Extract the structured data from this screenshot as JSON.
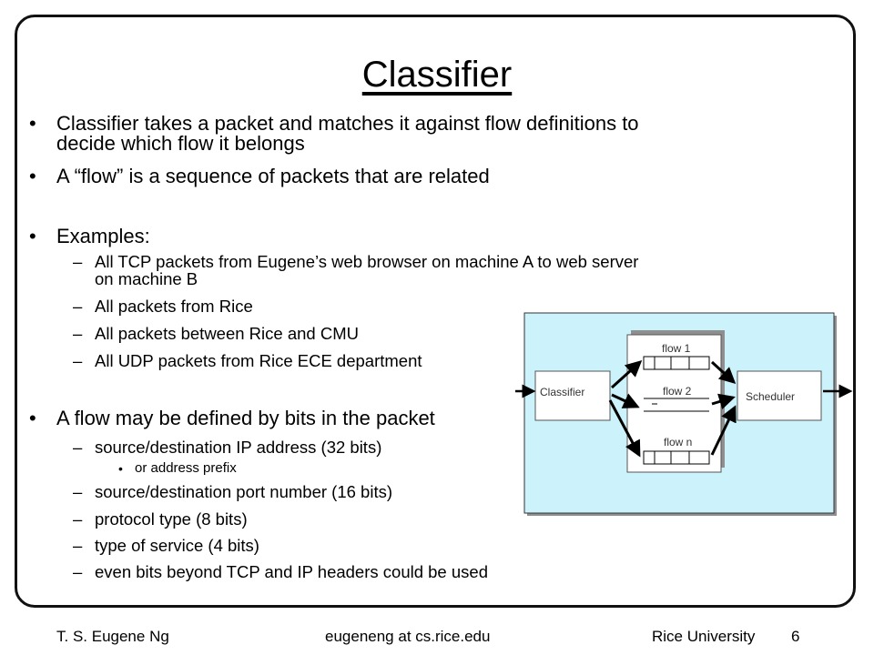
{
  "slide": {
    "title": "Classifier",
    "bullets": {
      "b1": "Classifier takes a packet and matches it against flow definitions to",
      "b1_cont": "decide which flow it belongs",
      "b2": "A “flow” is a sequence of packets that are related",
      "b3": "Examples:",
      "ex1": "All TCP packets from Eugene’s web browser on machine A to web server",
      "ex1_cont": "on machine B",
      "ex2": "All packets from Rice",
      "ex3": "All packets between Rice and CMU",
      "ex4": "All UDP packets from Rice ECE department",
      "b4": "A flow may be defined by bits in the packet",
      "f1": "source/destination IP address (32 bits)",
      "f1_sub": "or address prefix",
      "f2": "source/destination port number (16 bits)",
      "f3": "protocol type (8 bits)",
      "f4": "type of service (4 bits)",
      "f5": "even bits beyond TCP and IP headers could be used"
    },
    "bullet_symbol": "•",
    "dash_symbol": "–"
  },
  "diagram": {
    "classifier_label": "Classifier",
    "scheduler_label": "Scheduler",
    "flows": [
      "flow 1",
      "flow 2",
      "flow n"
    ],
    "background_color": "#ccf2fb"
  },
  "footer": {
    "author": "T. S. Eugene Ng",
    "email": "eugeneng at cs.rice.edu",
    "institution": "Rice University",
    "page": "6"
  }
}
